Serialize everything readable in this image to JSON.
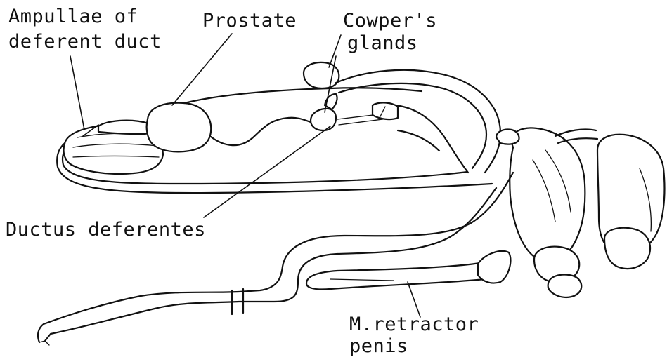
{
  "labels": {
    "ampullae_line1": "Ampullae of",
    "ampullae_line2": "deferent duct",
    "prostate": "Prostate",
    "cowpers_line1": "Cowper's",
    "cowpers_line2": "glands",
    "ductus": "Ductus deferentes",
    "retractor_line1": "M.retractor",
    "retractor_line2": "penis"
  }
}
